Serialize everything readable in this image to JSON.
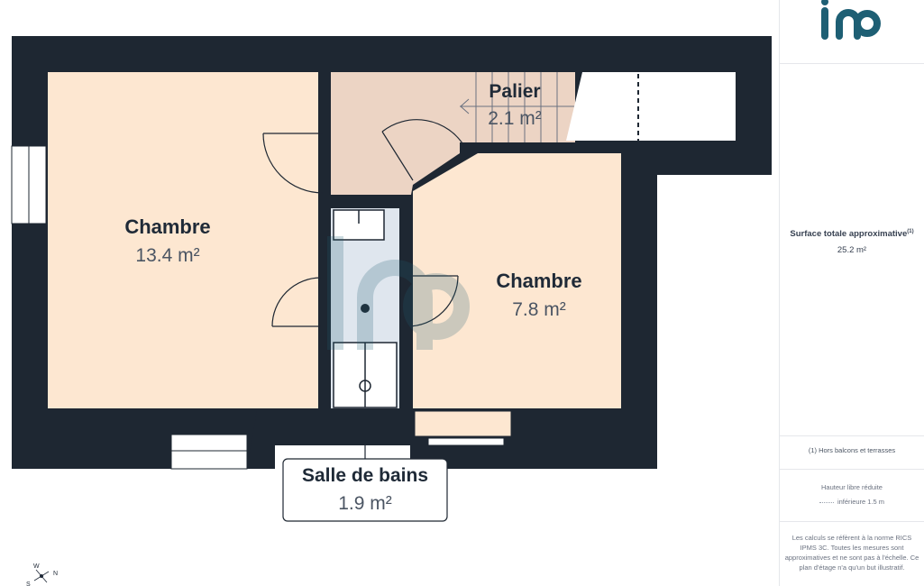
{
  "brand": {
    "logo": "iad",
    "logo_color": "#1e5f74"
  },
  "rooms": [
    {
      "id": "chambre-1",
      "name": "Chambre",
      "area": "13.4 m²"
    },
    {
      "id": "palier",
      "name": "Palier",
      "area": "2.1 m²"
    },
    {
      "id": "chambre-2",
      "name": "Chambre",
      "area": "7.8 m²"
    },
    {
      "id": "salle-de-bains",
      "name": "Salle de bains",
      "area": "1.9 m²"
    }
  ],
  "summary": {
    "total_label": "Surface totale approximative",
    "total_sup": "(1)",
    "total_value": "25.2 m²",
    "footnote": "(1) Hors balcons et terrasses",
    "hauteur_line1": "Hauteur libre réduite",
    "hauteur_line2": "inférieure 1.5 m",
    "disclaimer": "Les calculs se réfèrent à la norme RICS IPMS 3C. Toutes les mesures sont approximatives et ne sont pas à l'échelle. Ce plan d'étage n'a qu'un but illustratif."
  },
  "compass": {
    "w": "W",
    "n": "N",
    "s": "S"
  },
  "colors": {
    "wall": "#1e2732",
    "bedroom": "#fde7d1",
    "landing": "#ecd4c4",
    "bathroom": "#dfe6ee",
    "panel_text": "#374151"
  }
}
